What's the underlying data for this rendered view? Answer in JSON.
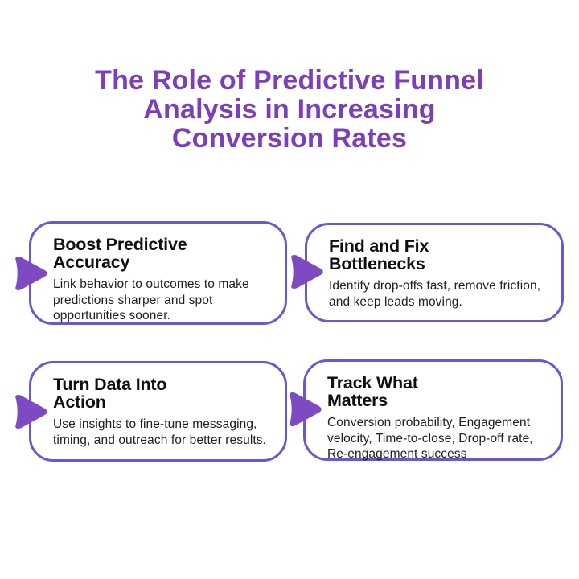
{
  "title": {
    "full_text": "The Role of Predictive Funnel Analysis in Increasing Conversion Rates",
    "lines": [
      "The Role of Predictive Funnel",
      "Analysis in Increasing",
      "Conversion Rates"
    ]
  },
  "colors": {
    "background": "#ffffff",
    "title_purple": "#7B3FBE",
    "card_border_purple": "#6D55D4",
    "arrow_purple": "#7D4AC4",
    "heading_black": "#0f0f0f",
    "body_text": "#202020"
  },
  "cards": [
    {
      "heading": "Boost Predictive Accuracy",
      "heading_lines": [
        "Boost Predictive",
        "Accuracy"
      ],
      "body": "Link behavior to outcomes to make predictions sharper and spot opportunities sooner."
    },
    {
      "heading": "Find and Fix Bottlenecks",
      "heading_lines": [
        "Find and Fix",
        "Bottlenecks"
      ],
      "body": "Identify drop-offs fast, remove friction, and keep leads moving."
    },
    {
      "heading": "Turn Data Into Action",
      "heading_lines": [
        "Turn Data Into",
        "Action"
      ],
      "body": "Use insights to fine-tune messaging, timing, and outreach for better results."
    },
    {
      "heading": "Track What Matters",
      "heading_lines": [
        "Track What",
        "Matters"
      ],
      "body": "Conversion probability, Engagement velocity, Time-to-close, Drop-off rate, Re-engagement success"
    }
  ]
}
